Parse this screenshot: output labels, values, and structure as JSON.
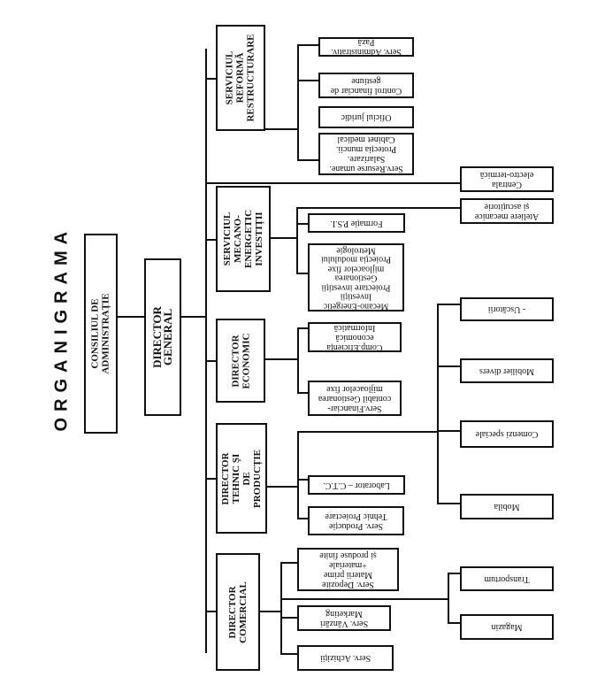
{
  "title": "ORGANIGRAMA",
  "board": "CONSILIUL DE ADMINISTRAȚIE",
  "general": "DIRECTOR GENERAL",
  "departments": {
    "reforma": "SERVICIUL\nREFORMĂ\nRESTRUCTURARE",
    "mecano": "SERVICIUL\nMECANO-ENERGETIC\nINVESTIȚII",
    "economic": "DIRECTOR\nECONOMIC",
    "tehnic": "DIRECTOR TEHNIC ȘI\nDE PRODUCȚIE",
    "comercial": "DIRECTOR COMERCIAL"
  },
  "units": {
    "pazа": "Serv. Administrativ.\nPază",
    "control": "Control financiar de\ngestiune",
    "juridic": "Oficiul juridic",
    "resurse": "Serv.Resurse umane.\nSalarizare.\nProtecția muncii.\nCabinet medical",
    "centrala": "Centrala\nelectro-termică",
    "ateliere": "Ateliere mecanice\nși ascuțitorie",
    "psi": "Formație P.S.I.",
    "mecano_inv": "Mecano-Energetic\nInvestiții\nProiectare investiții\nGestionarea\nmijloacelor fixe\nProiecția modulului\nMetrologie",
    "eficienta": "Comp.Eficiența\neconomică\nInformatică",
    "financiar": "Serv.Financiar-\ncontabil  Gestionarea\nmijloacelor fixe",
    "uscatorii": "- Uscătorii",
    "mobilier": "Mobilier divers",
    "comenzi": "Comenzi speciale",
    "mobila": "Mobila",
    "laborator": "Laborator – C.T.C.",
    "productie": "Serv. Producție\nTehnic Proiectare",
    "depozite": "Serv. Depozite\nMaterii prime\n+materiale\nși produse finite",
    "transport": "Transportum",
    "magazin": "Magazin",
    "vanzari": "Serv. Vânzări\nMarketing",
    "achizitii": "Serv. Achiziții"
  }
}
